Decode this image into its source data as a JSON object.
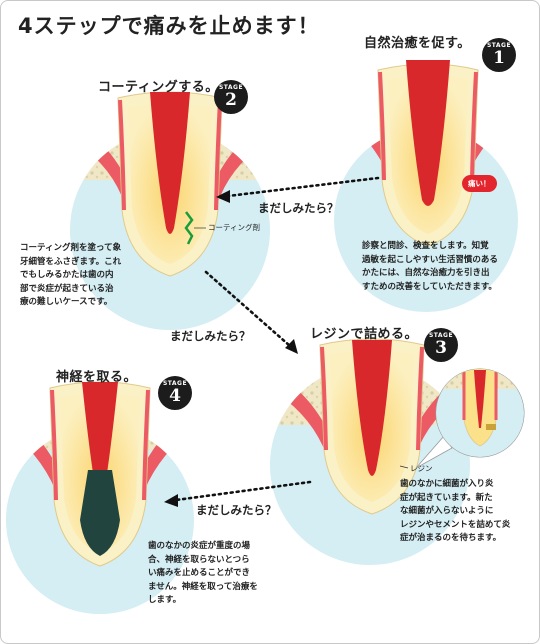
{
  "title": "4ステップで痛みを止めます！",
  "question_label": "まだしみたら？",
  "colors": {
    "circle": "#d4eef4",
    "enamel": "#fbf1c6",
    "dentin": "#fbe28a",
    "pulp": "#d8282b",
    "gum": "#ec5a64",
    "bone": "#efe7c5",
    "coating": "#1a9c3c",
    "nerve": "#22443f",
    "badge": "#1c1c1c"
  },
  "stages": [
    {
      "badge_word": "STAGE",
      "badge_number": "1",
      "heading": "自然治癒を促す。",
      "pain_label": "痛い！",
      "body": [
        "診察と問診、検査をします。知覚",
        "過敏を起こしやすい生活習慣のある",
        "かたには、自然な治癒力を引き出",
        "すための改善をしていただきます。"
      ]
    },
    {
      "badge_word": "STAGE",
      "badge_number": "2",
      "heading": "コーティングする。",
      "callout": "コーティング剤",
      "body": [
        "コーティング剤を塗って象",
        "牙細管をふさぎます。これ",
        "でもしみるかたは歯の内",
        "部で炎症が起きている治",
        "療の難しいケースです。"
      ]
    },
    {
      "badge_word": "STAGE",
      "badge_number": "3",
      "heading": "レジンで詰める。",
      "callout": "レジン",
      "body": [
        "歯のなかに細菌が入り炎",
        "症が起きています。新た",
        "な細菌が入らないように",
        "レジンやセメントを詰めて炎",
        "症が治まるのを待ちます。"
      ]
    },
    {
      "badge_word": "STAGE",
      "badge_number": "4",
      "heading": "神経を取る。",
      "body": [
        "歯のなかの炎症が重度の場",
        "合、神経を取らないとつら",
        "い痛みを止めることができ",
        "ません。神経を取って治療を",
        "します。"
      ]
    }
  ]
}
